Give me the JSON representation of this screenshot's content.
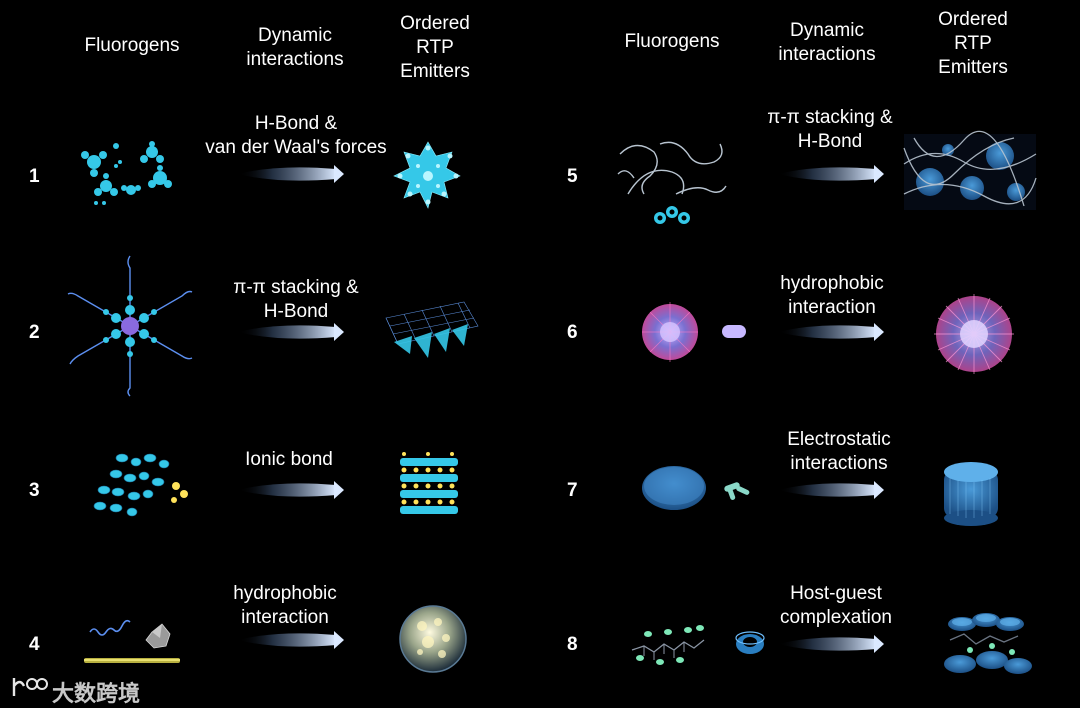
{
  "headers": {
    "left": {
      "fluorogens": "Fluorogens",
      "dynamic": "Dynamic\ninteractions",
      "ordered": "Ordered\nRTP\nEmitters"
    },
    "right": {
      "fluorogens": "Fluorogens",
      "dynamic": "Dynamic\ninteractions",
      "ordered": "Ordered\nRTP\nEmitters"
    }
  },
  "rows": [
    {
      "number": "1",
      "interaction": "H-Bond &\nvan der Waal's forces"
    },
    {
      "number": "2",
      "interaction": "π-π stacking &\nH-Bond"
    },
    {
      "number": "3",
      "interaction": "Ionic bond"
    },
    {
      "number": "4",
      "interaction": "hydrophobic\ninteraction"
    },
    {
      "number": "5",
      "interaction": "π-π stacking &\nH-Bond"
    },
    {
      "number": "6",
      "interaction": "hydrophobic\ninteraction"
    },
    {
      "number": "7",
      "interaction": "Electrostatic\ninteractions"
    },
    {
      "number": "8",
      "interaction": "Host-guest\ncomplexation"
    }
  ],
  "watermark": {
    "text": "大数跨境"
  },
  "colors": {
    "background": "#000000",
    "cyan": "#35c8e8",
    "arrow": "#cfe2ff",
    "purple": "#b070c8",
    "yellow": "#ffe25a"
  }
}
